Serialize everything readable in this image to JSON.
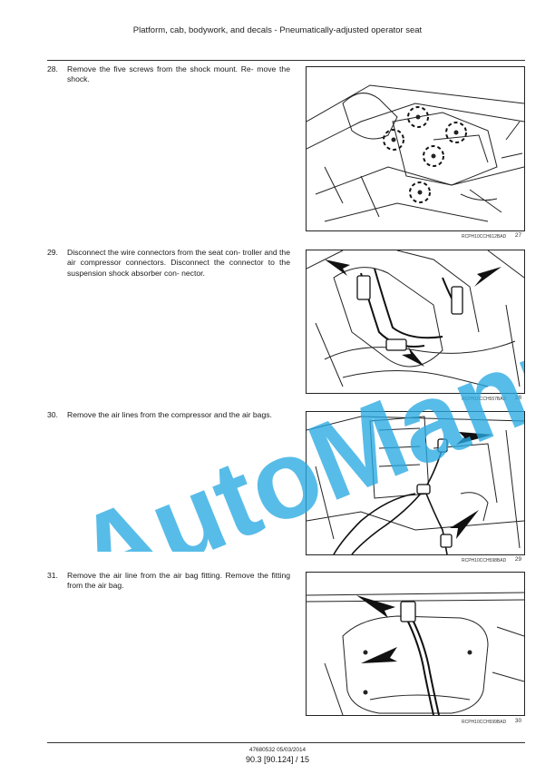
{
  "header": {
    "title": "Platform, cab, bodywork, and decals - Pneumatically-adjusted operator seat"
  },
  "steps": [
    {
      "number": "28.",
      "text": "Remove the five screws from the shock mount. Re- move the shock.",
      "figure": {
        "code": "RCPH10CCH612BAD",
        "number": "27"
      }
    },
    {
      "number": "29.",
      "text": "Disconnect the wire connectors from the seat con- troller and the air compressor connectors. Disconnect the connector to the suspension shock absorber con- nector.",
      "figure": {
        "code": "RCPH10CCH557BAD",
        "number": "28"
      }
    },
    {
      "number": "30.",
      "text": "Remove the air lines from the compressor and the air bags.",
      "figure": {
        "code": "RCPH10CCH598BAD",
        "number": "29"
      }
    },
    {
      "number": "31.",
      "text": "Remove the air line from the air bag fitting. Remove the fitting from the air bag.",
      "figure": {
        "code": "RCPH10CCH599BAD",
        "number": "30"
      }
    }
  ],
  "watermark": {
    "text": "AutoManual",
    "color": "#29a9e1"
  },
  "footer": {
    "doc_code": "47680532 05/03/2014",
    "page_ref": "90.3 [90.124] / 15"
  }
}
